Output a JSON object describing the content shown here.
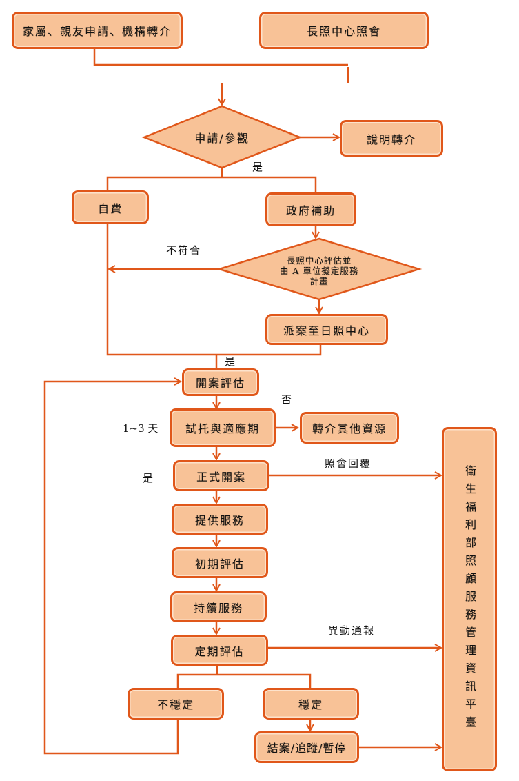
{
  "colors": {
    "box_fill": "#f8c297",
    "box_border": "#e0571a",
    "connector": "#e0571a"
  },
  "nodes": {
    "family_apply": "家屬、親友申請、機構轉介",
    "ltc_referral": "長照中心照會",
    "apply_visit": "申請/參觀",
    "explain_refer": "說明轉介",
    "self_pay": "自費",
    "gov_subsidy": "政府補助",
    "ltc_assess_line1": "長照中心評估並",
    "ltc_assess_line2": "由 A 單位擬定服務",
    "ltc_assess_line3": "計畫",
    "dispatch_daycare": "派案至日照中心",
    "open_case_assess": "開案評估",
    "trial_adapt": "試托與適應期",
    "refer_other": "轉介其他資源",
    "formal_open": "正式開案",
    "provide_service": "提供服務",
    "initial_assess": "初期評估",
    "continue_service": "持續服務",
    "periodic_assess": "定期評估",
    "unstable": "不穩定",
    "stable": "穩定",
    "close_track_pause": "結案/追蹤/暫停",
    "mohw_platform": "衛生福利部照顧服務管理資訊平臺"
  },
  "labels": {
    "yes_1": "是",
    "not_eligible": "不符合",
    "yes_2": "是",
    "no": "否",
    "days": "1~3 天",
    "yes_3": "是",
    "referral_reply": "照會回覆",
    "change_notice": "異動通報"
  }
}
